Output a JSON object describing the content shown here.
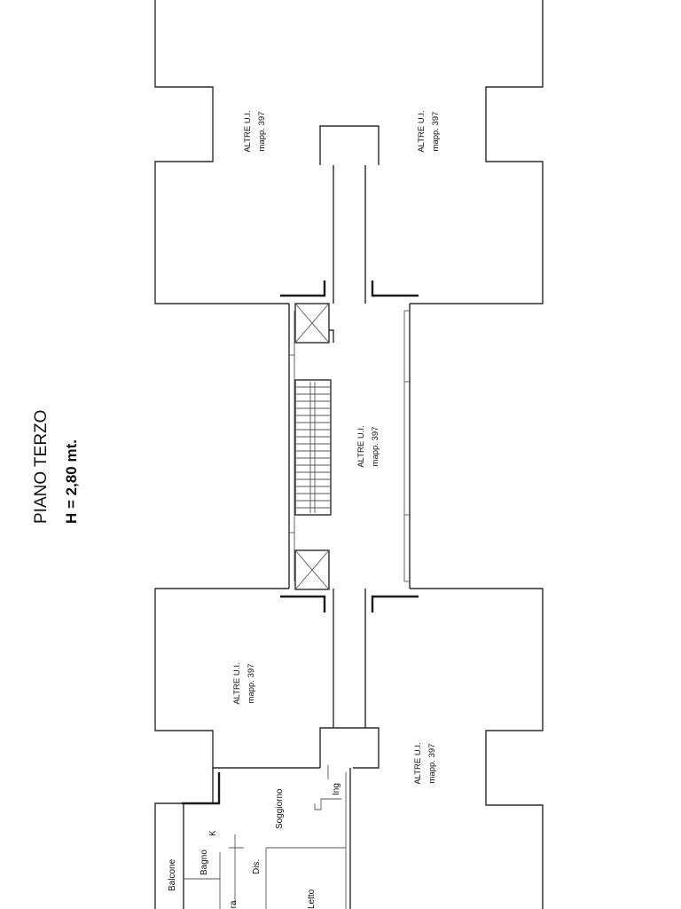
{
  "plan": {
    "title": "PIANO TERZO",
    "height_note": "H = 2,80 mt."
  },
  "units": [
    {
      "line1": "ALTRE U.I.",
      "line2": "mapp. 397"
    },
    {
      "line1": "ALTRE U.I.",
      "line2": "mapp. 397"
    },
    {
      "line1": "ALTRE U.I.",
      "line2": "mapp. 397"
    },
    {
      "line1": "ALTRE U.I.",
      "line2": "mapp. 397"
    },
    {
      "line1": "ALTRE U.I.",
      "line2": "mapp. 397"
    }
  ],
  "rooms": {
    "ingresso": "Ing",
    "soggiorno": "Soggiorno",
    "cucina": "K",
    "disimpegno": "Dis.",
    "bagno": "Bagno",
    "balcone": "Balcone",
    "camera": "Camera",
    "letto": "Letto"
  },
  "colors": {
    "line": "#2a2a2a",
    "background": "#ffffff"
  }
}
